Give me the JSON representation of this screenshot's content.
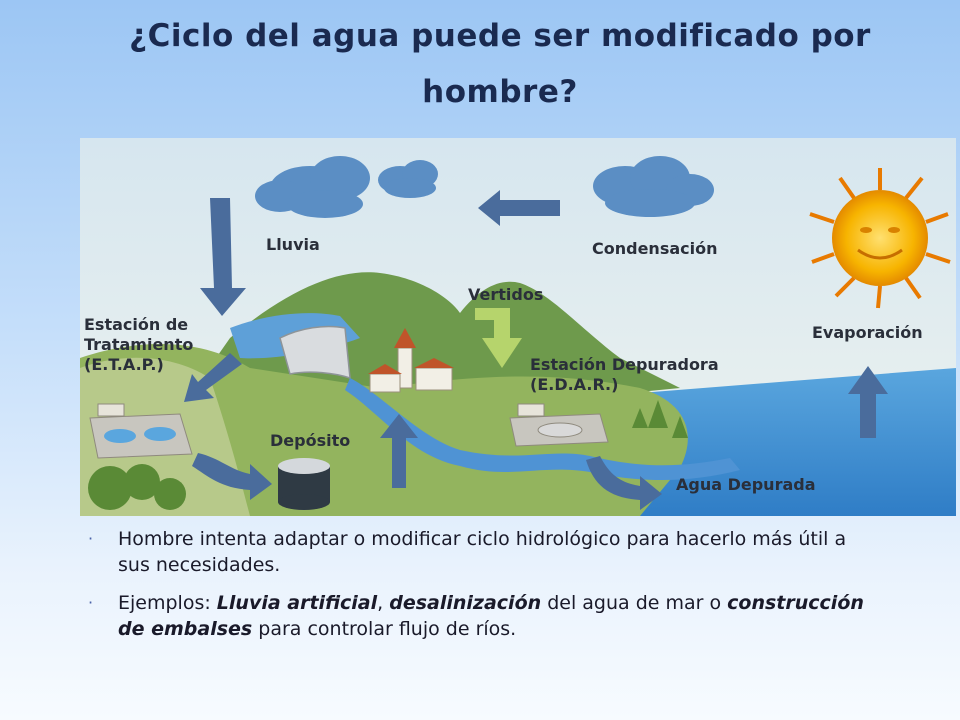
{
  "slide": {
    "title": "¿Ciclo del agua puede ser modificado por hombre?"
  },
  "diagram": {
    "labels": {
      "lluvia": "Lluvia",
      "condensacion": "Condensación",
      "vertidos": "Vertidos",
      "evaporacion": "Evaporación",
      "etap_line1": "Estación de",
      "etap_line2": "Tratamiento",
      "etap_line3": "(E.T.A.P.)",
      "edar_line1": "Estación Depuradora",
      "edar_line2": "(E.D.A.R.)",
      "deposito": "Depósito",
      "agua_depurada": "Agua Depurada"
    },
    "colors": {
      "sky": "#dde8ee",
      "mountain": "#6e9a4c",
      "lake": "#5ea0d8",
      "sea": "#3f8fd2",
      "arrow": "#4a6c9c",
      "sun": "#f5a800",
      "cloud": "#5b8ec4"
    }
  },
  "bullets": {
    "b1_marker": "·",
    "b1_text": "Hombre intenta adaptar o modificar ciclo hidrológico para hacerlo más útil a sus necesidades.",
    "b2_marker": "·",
    "b2_prefix": "Ejemplos: ",
    "b2_term1": "Lluvia artificial",
    "b2_sep1": ", ",
    "b2_term2": "desalinización",
    "b2_mid": " del agua de mar o ",
    "b2_term3": "construcción de embalses",
    "b2_suffix": " para controlar flujo de ríos."
  }
}
